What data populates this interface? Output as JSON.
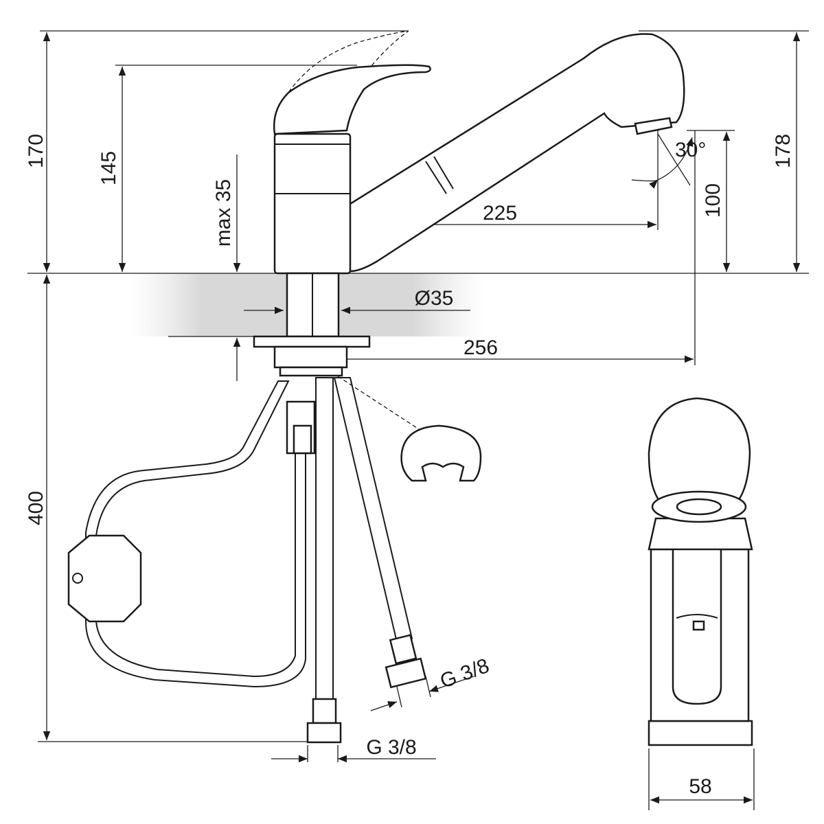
{
  "title": "Pull-out kitchen faucet dimension drawing",
  "dimensions": {
    "total_height": "170",
    "lever_height": "145",
    "max_counter": "max 35",
    "spout_reach": "225",
    "spray_angle": "30°",
    "spout_height": "100",
    "head_height": "178",
    "hole_diameter": "Ø35",
    "total_reach": "256",
    "hose_length": "400",
    "thread_1": "G 3/8",
    "thread_2": "G 3/8",
    "base_width": "58"
  }
}
